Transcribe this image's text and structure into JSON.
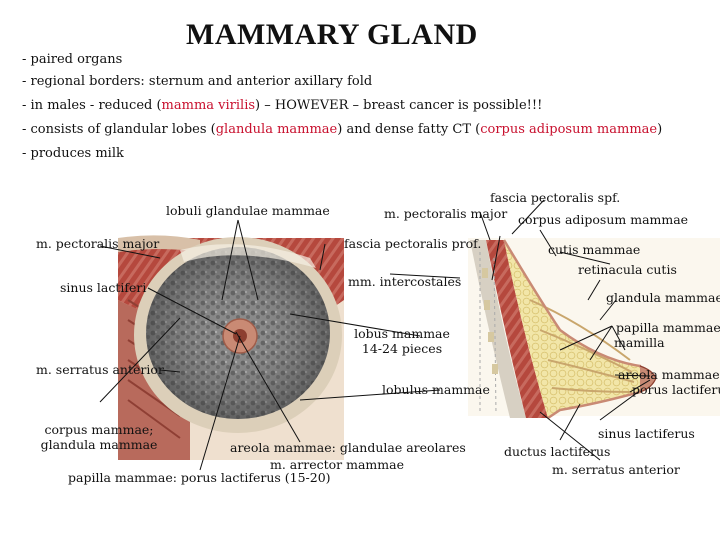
{
  "slide": {
    "title": "MAMMARY GLAND",
    "bullets": {
      "b1": "- paired organs",
      "b2": "- regional borders: sternum and anterior axillary fold",
      "b3_pre": "- in males - reduced  (",
      "b3_red": "mamma virilis",
      "b3_post": ") – HOWEVER – breast cancer is possible!!!",
      "b4_pre": "- consists of glandular lobes (",
      "b4_red1": "glandula mammae",
      "b4_mid": ") and dense fatty CT (",
      "b4_red2": "corpus adiposum mammae",
      "b4_post": ")",
      "b5": "- produces milk"
    }
  },
  "left_figure": {
    "labels": {
      "lobuli": "lobuli glandulae  mammae",
      "pect_major": "m. pectoralis major",
      "sinus": "sinus lactiferi",
      "serratus": "m. serratus anterior",
      "corpus_1": "corpus mammae;",
      "corpus_2": "glandula mammae",
      "areola": "areola mammae: glandulae areolares",
      "arrector": "m. arrector mammae",
      "papilla": "papilla mammae:  porus  lactiferus (15-20)",
      "lobus_1": "lobus mammae",
      "lobus_2": "14-24 pieces",
      "lobulus": "lobulus mammae",
      "fascia_prof": "fascia pectoralis prof.",
      "intercostales": "mm. intercostales"
    }
  },
  "right_figure": {
    "labels": {
      "fascia_spf": "fascia pectoralis spf.",
      "pect_major": "m. pectoralis major",
      "corpus_adiposum": "corpus adiposum mammae",
      "cutis": "cutis mammae",
      "retinacula": "retinacula cutis",
      "glandula": "glandula mammae",
      "papilla": "papilla mammae",
      "mamilla": "mamilla",
      "areola": "areola mammae",
      "porus": "porus lactiferus",
      "sinus": "sinus lactiferus",
      "ductus": "ductus lactiferus",
      "serratus": "m. serratus anterior"
    }
  }
}
